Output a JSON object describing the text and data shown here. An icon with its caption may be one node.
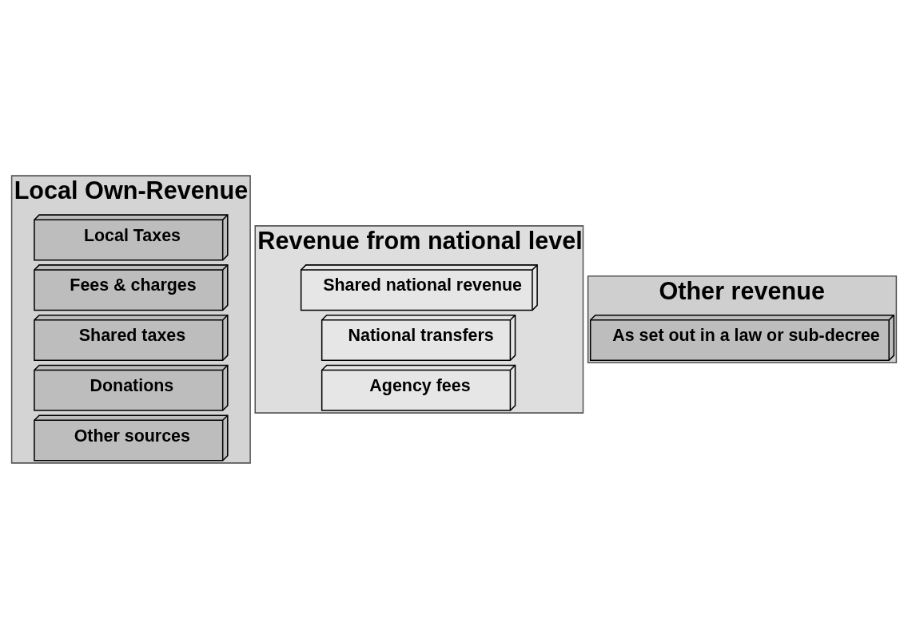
{
  "diagram": {
    "nodes": [
      {
        "text": [
          "Local Own-Revenue"
        ]
      },
      {
        "text": [
          "Local Taxes"
        ],
        "in": 0
      },
      {
        "text": [
          "Fees & charges"
        ],
        "in": 0
      },
      {
        "text": [
          "Shared taxes"
        ],
        "in": 0
      },
      {
        "text": [
          "Donations"
        ],
        "in": 0
      },
      {
        "text": [
          "Other sources"
        ],
        "in": 0
      },
      {
        "text": [
          "Revenue from national level"
        ]
      },
      {
        "text": [
          "Shared national revenue"
        ],
        "in": 6
      },
      {
        "text": [
          "National transfers"
        ],
        "in": 6
      },
      {
        "text": [
          "Agency fees"
        ],
        "in": 6
      },
      {
        "text": [
          "Other revenue"
        ]
      },
      {
        "text": [
          "As set out in a law or sub-decree"
        ],
        "in": 10
      }
    ],
    "edges": []
  }
}
